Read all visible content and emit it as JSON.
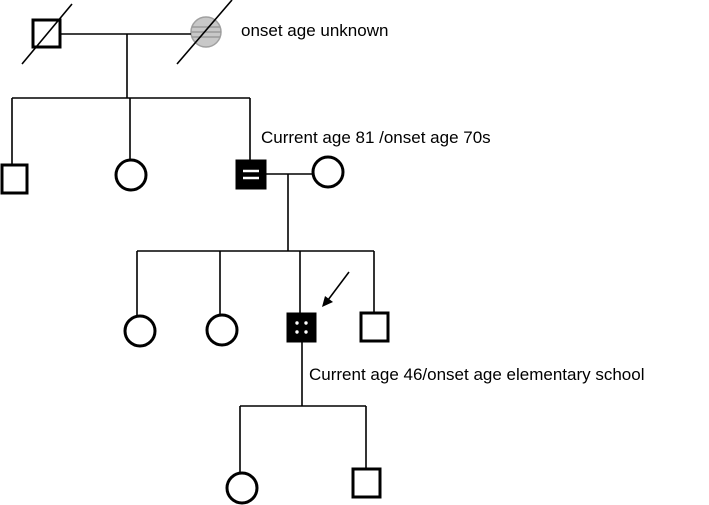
{
  "annotations": {
    "grandmother": "onset age unknown",
    "father": "Current age 81 /onset age 70s",
    "proband": "Current age 46/onset age elementary school"
  },
  "colors": {
    "line": "#000000",
    "affected": "#000000",
    "carrier_fill": "#c8c8c8",
    "carrier_stripe": "#9a9a9a",
    "background": "#ffffff"
  },
  "generations": [
    [
      {
        "id": "I-1",
        "sex": "male",
        "deceased": true,
        "status": "unaffected"
      },
      {
        "id": "I-2",
        "sex": "female",
        "deceased": true,
        "status": "shaded"
      }
    ],
    [
      {
        "id": "II-1",
        "sex": "male",
        "status": "unaffected"
      },
      {
        "id": "II-2",
        "sex": "female",
        "status": "unaffected"
      },
      {
        "id": "II-3",
        "sex": "male",
        "status": "affected"
      },
      {
        "id": "II-4",
        "sex": "female",
        "status": "unaffected"
      }
    ],
    [
      {
        "id": "III-1",
        "sex": "female",
        "status": "unaffected"
      },
      {
        "id": "III-2",
        "sex": "female",
        "status": "unaffected"
      },
      {
        "id": "III-3",
        "sex": "male",
        "status": "affected",
        "proband": true
      },
      {
        "id": "III-4",
        "sex": "male",
        "status": "unaffected"
      }
    ],
    [
      {
        "id": "IV-1",
        "sex": "female",
        "status": "unaffected"
      },
      {
        "id": "IV-2",
        "sex": "male",
        "status": "unaffected"
      }
    ]
  ]
}
